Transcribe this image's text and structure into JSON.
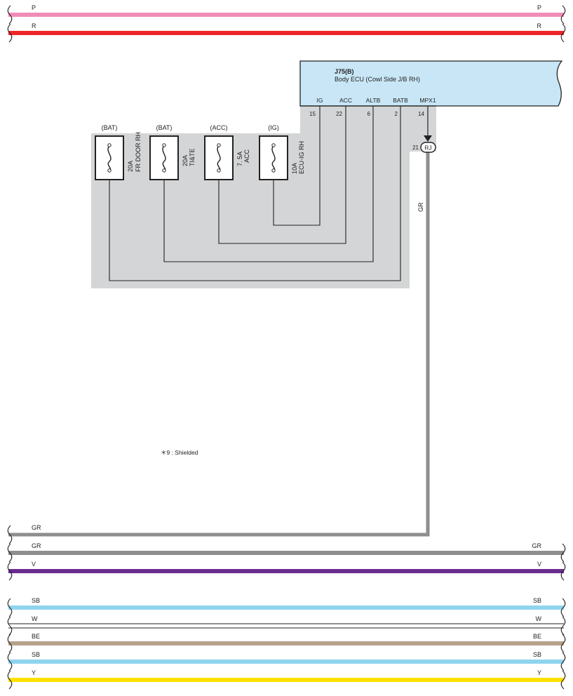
{
  "ecu": {
    "code": "J75(B)",
    "name": "Body ECU (Cowl Side J/B RH)",
    "pins": [
      {
        "label": "IG",
        "num": "15"
      },
      {
        "label": "ACC",
        "num": "22"
      },
      {
        "label": "ALTB",
        "num": "6"
      },
      {
        "label": "BATB",
        "num": "2"
      },
      {
        "label": "MPX1",
        "num": "14"
      }
    ]
  },
  "connector": {
    "pin": "21",
    "code": "RJ"
  },
  "fuses": [
    {
      "source": "(BAT)",
      "rating": "20A",
      "name": "FR DOOR RH"
    },
    {
      "source": "(BAT)",
      "rating": "20A",
      "name": "TI&TE"
    },
    {
      "source": "(ACC)",
      "rating": "7. 5A",
      "name": "ACC"
    },
    {
      "source": "(IG)",
      "rating": "10A",
      "name": "ECU-IG RH"
    }
  ],
  "vertical_wire": {
    "color_code": "GR"
  },
  "note": "＊9 : Shielded",
  "wires": [
    {
      "id": "p",
      "left": "P",
      "right": "P",
      "color": "#f08cb8"
    },
    {
      "id": "r",
      "left": "R",
      "right": "R",
      "color": "#ee2528"
    },
    {
      "id": "gr1",
      "left": "GR",
      "right": "",
      "color": "#8e8e90"
    },
    {
      "id": "gr2",
      "left": "GR",
      "right": "GR",
      "color": "#8e8e90"
    },
    {
      "id": "v",
      "left": "V",
      "right": "V",
      "color": "#6a2c8e"
    },
    {
      "id": "sb1",
      "left": "SB",
      "right": "SB",
      "color": "#8ed4ef"
    },
    {
      "id": "w",
      "left": "W",
      "right": "W",
      "color": "#ffffff"
    },
    {
      "id": "be",
      "left": "BE",
      "right": "BE",
      "color": "#b6a18c"
    },
    {
      "id": "sb2",
      "left": "SB",
      "right": "SB",
      "color": "#8ed4ef"
    },
    {
      "id": "y",
      "left": "Y",
      "right": "Y",
      "color": "#ffe000"
    }
  ],
  "colors": {
    "junction_block": "#d4d5d6",
    "ecu_fill": "#c8e6f6",
    "wire_gr": "#8e8e90"
  }
}
